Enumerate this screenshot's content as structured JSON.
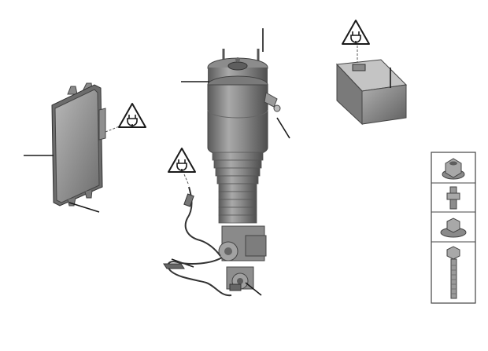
{
  "diagram": {
    "warning_icon": "electrical-hazard-warning-icon",
    "components": [
      {
        "id": "control-module",
        "icon": "control-module-icon"
      },
      {
        "id": "air-spring-strut",
        "icon": "air-spring-strut-icon"
      },
      {
        "id": "height-sensor-cable",
        "icon": "sensor-cable-icon"
      },
      {
        "id": "electronic-unit",
        "icon": "electronic-unit-icon"
      }
    ],
    "fasteners": [
      {
        "id": "collar-nut",
        "icon": "collar-nut-icon"
      },
      {
        "id": "threaded-fitting",
        "icon": "threaded-fitting-icon"
      },
      {
        "id": "flange-nut",
        "icon": "flange-nut-icon"
      },
      {
        "id": "hex-bolt",
        "icon": "hex-bolt-icon"
      }
    ],
    "colors": {
      "line": "#1a1a1a",
      "part_dark": "#6f6f6f",
      "part_mid": "#9a9a9a",
      "part_light": "#c8c8c8",
      "warning_fill": "#ffffff"
    }
  }
}
